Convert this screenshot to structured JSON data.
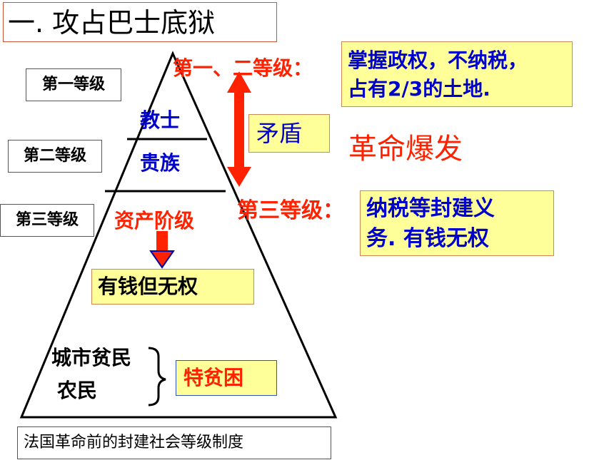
{
  "title": "一. 攻占巴士底狱",
  "levels": {
    "first": "第一等级",
    "second": "第二等级",
    "third": "第三等级"
  },
  "pyramid": {
    "clergy": "教士",
    "nobility": "贵族",
    "bourgeoisie": "资产阶级",
    "rich_no_power": "有钱但无权",
    "urban_poor": "城市贫民",
    "peasants": "农民",
    "very_poor": "特贫困"
  },
  "annotations": {
    "first_second_label": "第一、二等级：",
    "first_second_desc_line1": "掌握政权，不纳税，",
    "first_second_desc_line2": "占有2/3的土地.",
    "conflict": "矛盾",
    "revolution": "革命爆发",
    "third_label": "第三等级：",
    "third_desc_line1": "纳税等封建义",
    "third_desc_line2": "务. 有钱无权"
  },
  "caption": "法国革命前的封建社会等级制度",
  "colors": {
    "blue": "#0000cc",
    "red": "#ff2200",
    "yellow": "#ffff99"
  }
}
